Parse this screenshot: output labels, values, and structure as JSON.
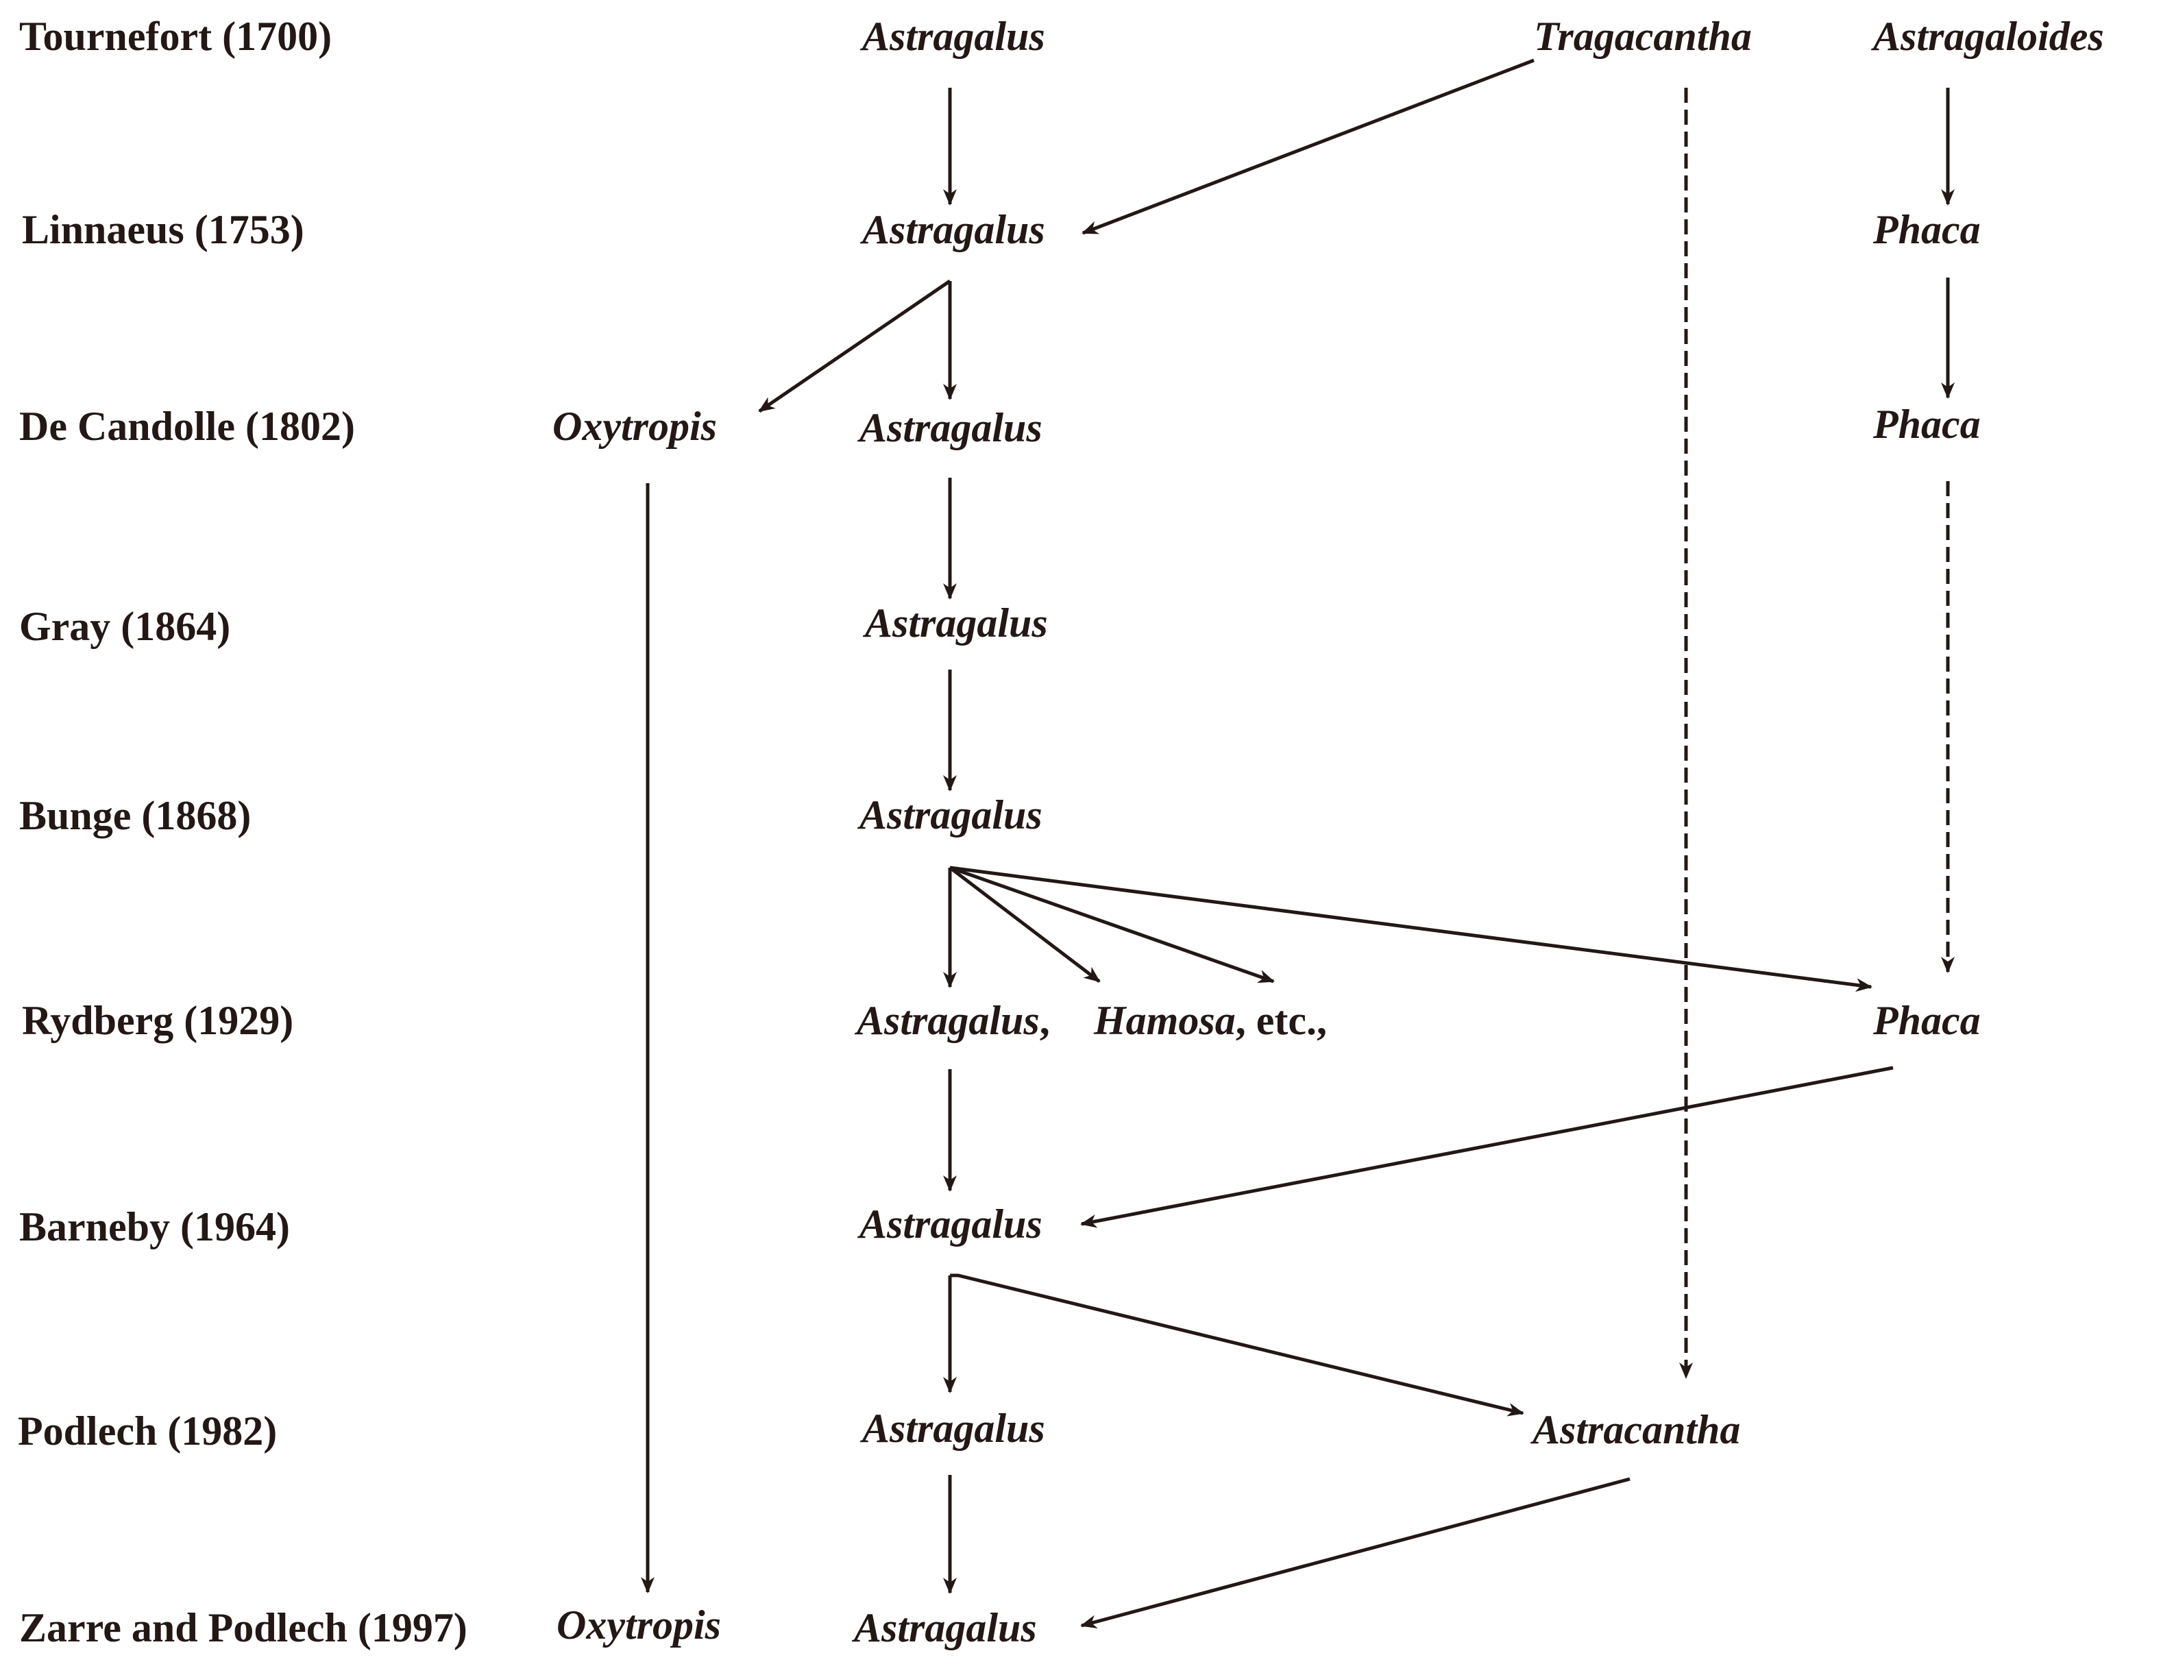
{
  "authorities": [
    "Tournefort (1700)",
    "Linnaeus (1753)",
    "De Candolle (1802)",
    "Gray (1864)",
    "Bunge (1868)",
    "Rydberg (1929)",
    "Barneby (1964)",
    "Podlech (1982)",
    "Zarre and Podlech (1997)"
  ],
  "taxa": {
    "tournefort_astragalus": "Astragalus",
    "tournefort_tragacantha": "Tragacantha",
    "tournefort_astragaloides": "Astragaloides",
    "linnaeus_astragalus": "Astragalus",
    "linnaeus_phaca": "Phaca",
    "decandolle_oxytropis": "Oxytropis",
    "decandolle_astragalus": "Astragalus",
    "decandolle_phaca": "Phaca",
    "gray_astragalus": "Astragalus",
    "bunge_astragalus": "Astragalus",
    "rydberg_astragalus": "Astragalus",
    "rydberg_sep1": ",",
    "rydberg_hamosa": "Hamosa",
    "rydberg_etc": ", etc.,",
    "rydberg_phaca": "Phaca",
    "barneby_astragalus": "Astragalus",
    "podlech_astragalus": "Astragalus",
    "podlech_astracantha": "Astracantha",
    "zarre_oxytropis": "Oxytropis",
    "zarre_astragalus": "Astragalus"
  },
  "edges": [
    {
      "from": "tournefort_astragalus",
      "to": "linnaeus_astragalus",
      "style": "solid"
    },
    {
      "from": "tournefort_tragacantha",
      "to": "linnaeus_astragalus",
      "style": "solid"
    },
    {
      "from": "tournefort_tragacantha",
      "to": "podlech_astracantha",
      "style": "dashed"
    },
    {
      "from": "tournefort_astragaloides",
      "to": "linnaeus_phaca",
      "style": "solid"
    },
    {
      "from": "linnaeus_astragalus",
      "to": "decandolle_oxytropis",
      "style": "solid"
    },
    {
      "from": "linnaeus_astragalus",
      "to": "decandolle_astragalus",
      "style": "solid"
    },
    {
      "from": "linnaeus_phaca",
      "to": "decandolle_phaca",
      "style": "solid"
    },
    {
      "from": "decandolle_oxytropis",
      "to": "zarre_oxytropis",
      "style": "solid"
    },
    {
      "from": "decandolle_astragalus",
      "to": "gray_astragalus",
      "style": "solid"
    },
    {
      "from": "decandolle_phaca",
      "to": "rydberg_phaca",
      "style": "dashed"
    },
    {
      "from": "gray_astragalus",
      "to": "bunge_astragalus",
      "style": "solid"
    },
    {
      "from": "bunge_astragalus",
      "to": "rydberg_astragalus",
      "style": "solid"
    },
    {
      "from": "bunge_astragalus",
      "to": "rydberg_hamosa",
      "style": "solid"
    },
    {
      "from": "bunge_astragalus",
      "to": "rydberg_etc",
      "style": "solid"
    },
    {
      "from": "bunge_astragalus",
      "to": "rydberg_phaca",
      "style": "solid"
    },
    {
      "from": "rydberg_astragalus",
      "to": "barneby_astragalus",
      "style": "solid"
    },
    {
      "from": "rydberg_phaca",
      "to": "barneby_astragalus",
      "style": "solid"
    },
    {
      "from": "barneby_astragalus",
      "to": "podlech_astragalus",
      "style": "solid"
    },
    {
      "from": "barneby_astragalus",
      "to": "podlech_astracantha",
      "style": "solid"
    },
    {
      "from": "podlech_astragalus",
      "to": "zarre_astragalus",
      "style": "solid"
    },
    {
      "from": "podlech_astracantha",
      "to": "zarre_astragalus",
      "style": "solid"
    }
  ],
  "colors": {
    "ink": "#231815",
    "background": "#ffffff"
  }
}
